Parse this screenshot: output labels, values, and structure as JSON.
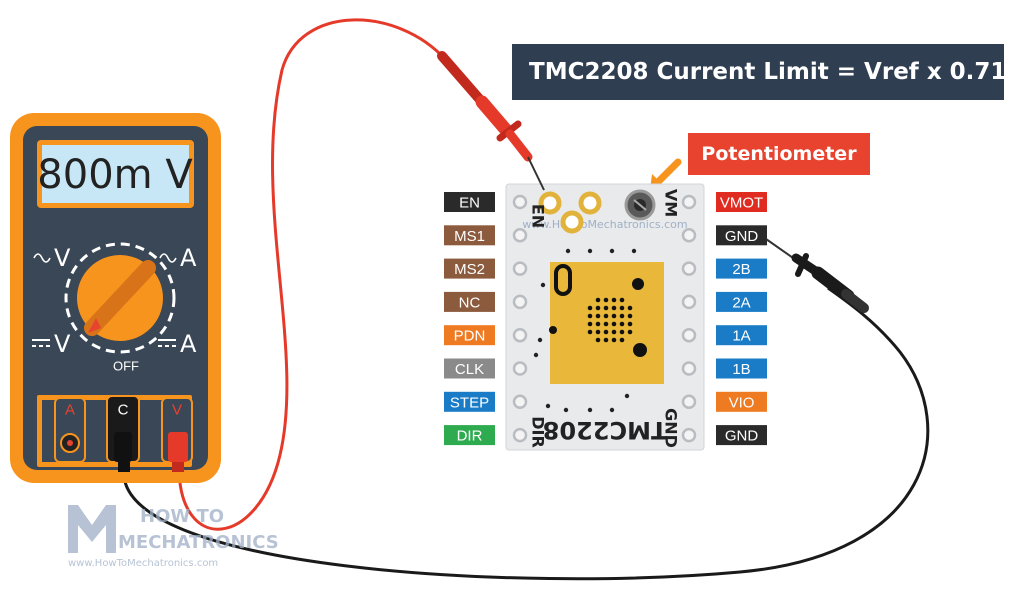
{
  "title": "TMC2208 Current Limit = Vref x 0.71",
  "callout": "Potentiometer",
  "meter": {
    "display": "800m V",
    "ac_v": "V",
    "ac_a": "A",
    "dc_v": "V",
    "dc_a": "A",
    "off": "OFF",
    "jack_a": "A",
    "jack_c": "C",
    "jack_v": "V"
  },
  "board": {
    "chip_text": "TMC2208",
    "label_en": "EN",
    "label_vm": "VM",
    "label_dir": "DIR",
    "label_gnd": "GND",
    "watermark": "www.HowToMechatronics.com"
  },
  "left_pins": [
    {
      "label": "EN",
      "color": "#2a2a2a"
    },
    {
      "label": "MS1",
      "color": "#8c5a3c"
    },
    {
      "label": "MS2",
      "color": "#8c5a3c"
    },
    {
      "label": "NC",
      "color": "#8c5a3c"
    },
    {
      "label": "PDN",
      "color": "#ee7a22"
    },
    {
      "label": "CLK",
      "color": "#8a8a8a"
    },
    {
      "label": "STEP",
      "color": "#1a7cc7"
    },
    {
      "label": "DIR",
      "color": "#2eaa4f"
    }
  ],
  "right_pins": [
    {
      "label": "VMOT",
      "color": "#e02b20"
    },
    {
      "label": "GND",
      "color": "#2a2a2a"
    },
    {
      "label": "2B",
      "color": "#1a7cc7"
    },
    {
      "label": "2A",
      "color": "#1a7cc7"
    },
    {
      "label": "1A",
      "color": "#1a7cc7"
    },
    {
      "label": "1B",
      "color": "#1a7cc7"
    },
    {
      "label": "VIO",
      "color": "#ee7a22"
    },
    {
      "label": "GND",
      "color": "#2a2a2a"
    }
  ],
  "logo": {
    "line1": "HOW TO",
    "line2": "MECHATRONICS",
    "url": "www.HowToMechatronics.com"
  },
  "colors": {
    "meter_orange": "#f7941d",
    "meter_body": "#3a4756",
    "title_bg": "#2f3e50",
    "callout_bg": "#e8432e",
    "red_probe": "#e53a2a",
    "black_probe": "#1a1a1a",
    "chip": "#e9b83a"
  }
}
